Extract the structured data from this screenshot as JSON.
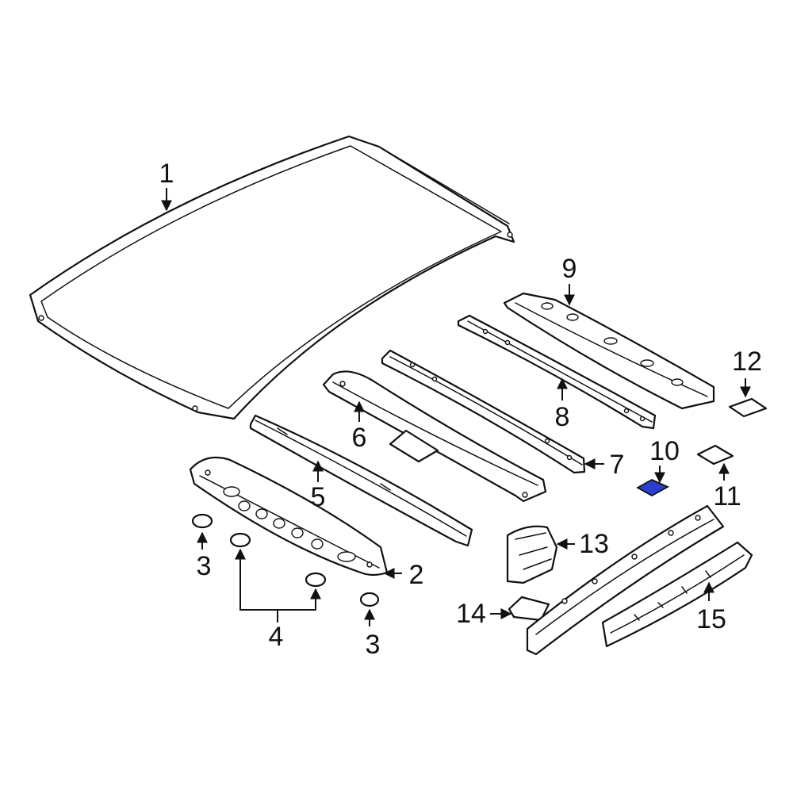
{
  "highlight_color": "#2a3fcf",
  "callouts": [
    {
      "id": "c1",
      "text": "1"
    },
    {
      "id": "c2",
      "text": "2"
    },
    {
      "id": "c3a",
      "text": "3"
    },
    {
      "id": "c3b",
      "text": "3"
    },
    {
      "id": "c4",
      "text": "4"
    },
    {
      "id": "c5",
      "text": "5"
    },
    {
      "id": "c6",
      "text": "6"
    },
    {
      "id": "c7",
      "text": "7"
    },
    {
      "id": "c8",
      "text": "8"
    },
    {
      "id": "c9",
      "text": "9"
    },
    {
      "id": "c10",
      "text": "10"
    },
    {
      "id": "c11",
      "text": "11"
    },
    {
      "id": "c12",
      "text": "12"
    },
    {
      "id": "c13",
      "text": "13"
    },
    {
      "id": "c14",
      "text": "14"
    },
    {
      "id": "c15",
      "text": "15"
    }
  ]
}
